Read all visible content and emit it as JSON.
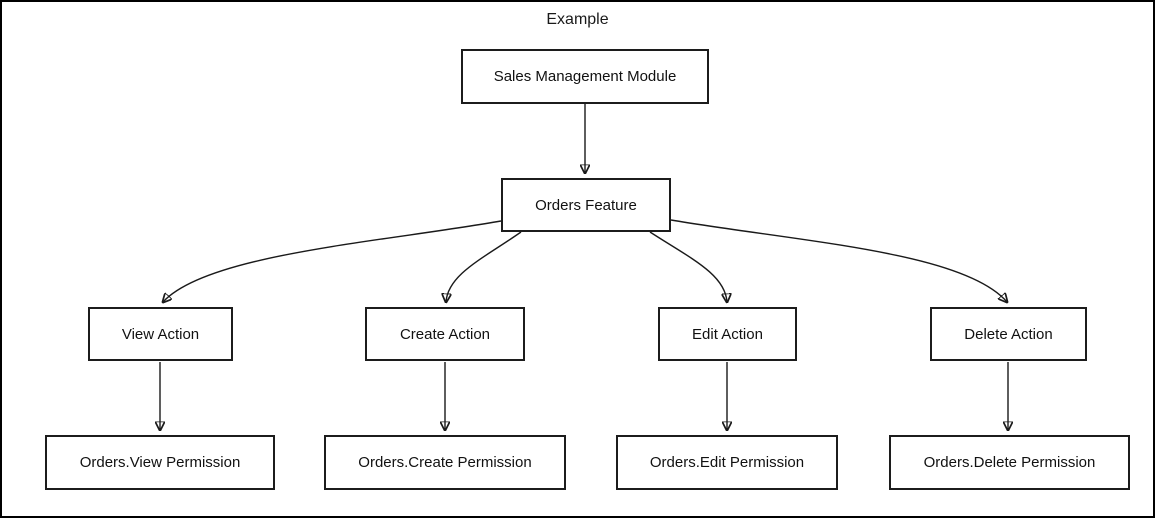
{
  "frame": {
    "title": "Example"
  },
  "diagram": {
    "type": "flowchart",
    "nodes": {
      "module": {
        "label": "Sales Management Module"
      },
      "feature": {
        "label": "Orders Feature"
      },
      "action_view": {
        "label": "View Action"
      },
      "action_create": {
        "label": "Create Action"
      },
      "action_edit": {
        "label": "Edit Action"
      },
      "action_delete": {
        "label": "Delete Action"
      },
      "perm_view": {
        "label": "Orders.View Permission"
      },
      "perm_create": {
        "label": "Orders.Create Permission"
      },
      "perm_edit": {
        "label": "Orders.Edit Permission"
      },
      "perm_delete": {
        "label": "Orders.Delete Permission"
      }
    },
    "edges": [
      {
        "from": "module",
        "to": "feature"
      },
      {
        "from": "feature",
        "to": "action_view"
      },
      {
        "from": "feature",
        "to": "action_create"
      },
      {
        "from": "feature",
        "to": "action_edit"
      },
      {
        "from": "feature",
        "to": "action_delete"
      },
      {
        "from": "action_view",
        "to": "perm_view"
      },
      {
        "from": "action_create",
        "to": "perm_create"
      },
      {
        "from": "action_edit",
        "to": "perm_edit"
      },
      {
        "from": "action_delete",
        "to": "perm_delete"
      }
    ],
    "colors": {
      "background": "#ffffff",
      "stroke": "#1a1a1a",
      "node_border": "#1c1c1c",
      "text": "#111111"
    }
  }
}
